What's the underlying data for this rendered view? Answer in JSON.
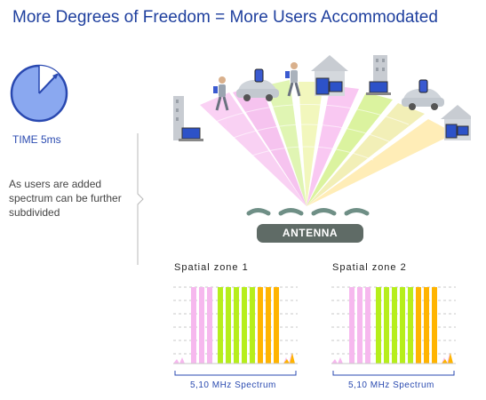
{
  "title": "More Degrees of Freedom = More Users Accommodated",
  "time_label": "TIME 5ms",
  "description": "As users are added spectrum can be further subdivided",
  "antenna_label": "ANTENNA",
  "zones": [
    {
      "title": "Spatial zone 1",
      "spectrum_label": "5,10 MHz Spectrum"
    },
    {
      "title": "Spatial zone 2",
      "spectrum_label": "5,10 MHz Spectrum"
    }
  ],
  "colors": {
    "title": "#1e3f9e",
    "pink": "#f6b8ee",
    "green": "#b6ee1c",
    "orange": "#ffb400",
    "clock_fill": "#8aa8f0",
    "clock_stroke": "#2948b0",
    "antenna": "#5f6b66",
    "wave": "#6f8f86"
  },
  "icons": {
    "clock": "clock-icon",
    "antenna": "antenna-icon",
    "users": [
      "laptop-building-icon",
      "walking-user-icon",
      "car-user-icon",
      "walking-user-icon",
      "home-pc-icon",
      "laptop-building-icon",
      "car-user-icon",
      "home-pc-icon"
    ]
  }
}
